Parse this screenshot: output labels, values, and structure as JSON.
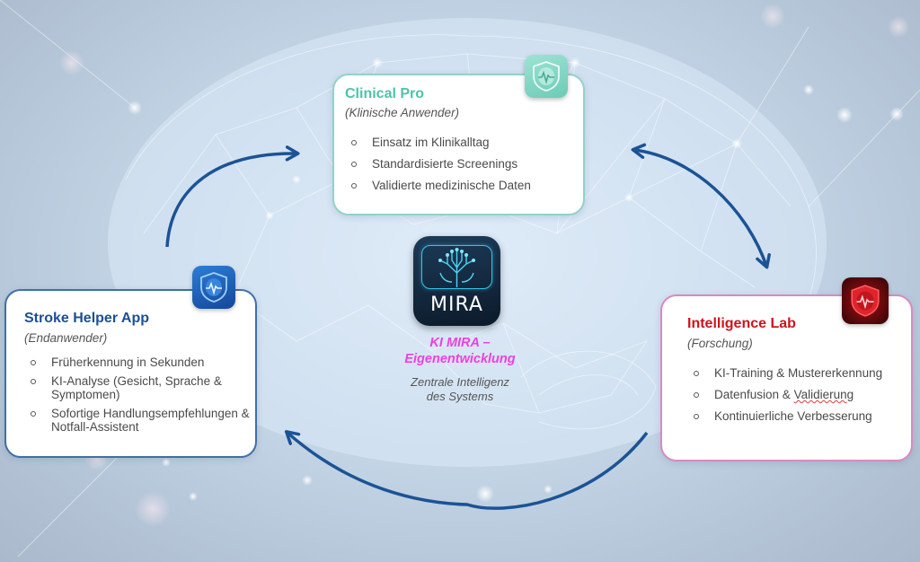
{
  "diagram": {
    "center": {
      "logo_text": "MIRA",
      "title_line1": "KI MIRA –",
      "title_line2": "Eigenentwicklung",
      "subtitle_line1": "Zentrale Intelligenz",
      "subtitle_line2": "des Systems",
      "title_color": "#ee3fe0"
    },
    "nodes": {
      "clinical_pro": {
        "title": "Clinical Pro",
        "subtitle": "(Klinische Anwender)",
        "icon": "shield-brain-pulse-icon",
        "accent": "#4fc2a9",
        "items": [
          "Einsatz im Klinikalltag",
          "Standardisierte Screenings",
          "Validierte medizinische Daten"
        ]
      },
      "stroke_helper": {
        "title": "Stroke Helper App",
        "subtitle": "(Endanwender)",
        "icon": "shield-brain-pulse-icon",
        "accent": "#1d4f94",
        "items": [
          "Früherkennung in Sekunden",
          "KI-Analyse (Gesicht, Sprache & Symptomen)",
          "Sofortige Handlungsempfehlungen & Notfall-Assistent"
        ]
      },
      "intelligence_lab": {
        "title": "Intelligence Lab",
        "subtitle": "(Forschung)",
        "icon": "shield-brain-pulse-icon",
        "accent": "#d0121b",
        "items": [
          "KI-Training & Mustererkennung",
          "Datenfusion & ",
          "Validierung",
          "Kontinuierliche Verbesserung"
        ]
      }
    },
    "edges": [
      {
        "from": "stroke_helper",
        "to": "clinical_pro",
        "direction": "one-way"
      },
      {
        "from": "clinical_pro",
        "to": "intelligence_lab",
        "direction": "two-way"
      },
      {
        "from": "intelligence_lab",
        "to": "stroke_helper",
        "direction": "one-way"
      }
    ],
    "arrow_color": "#1b5395"
  }
}
